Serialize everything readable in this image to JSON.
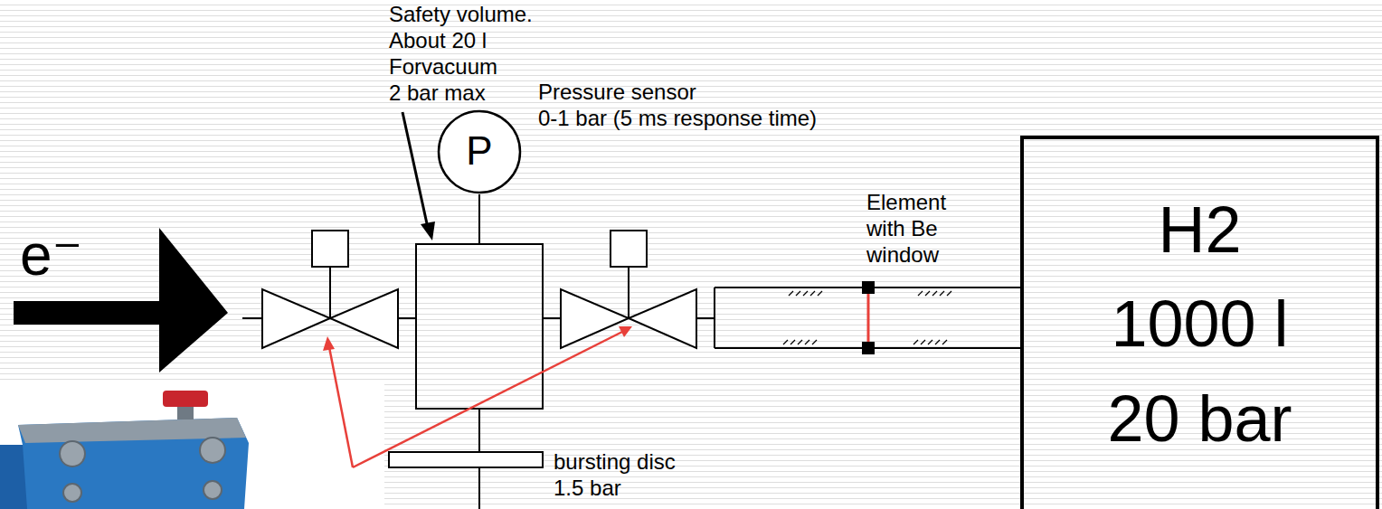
{
  "diagram": {
    "nodes": [
      {
        "text": [
          "P"
        ]
      },
      {
        "text": [
          "H2",
          "1000 l",
          "20 bar"
        ]
      }
    ],
    "labels": [
      "e⁻",
      "Safety volume.",
      "About 20 l Forvacuum 2 bar max",
      "Pressure sensor",
      "0-1 bar (5 ms response time)",
      "Element with Be window",
      "bursting disc 1.5 bar"
    ]
  }
}
